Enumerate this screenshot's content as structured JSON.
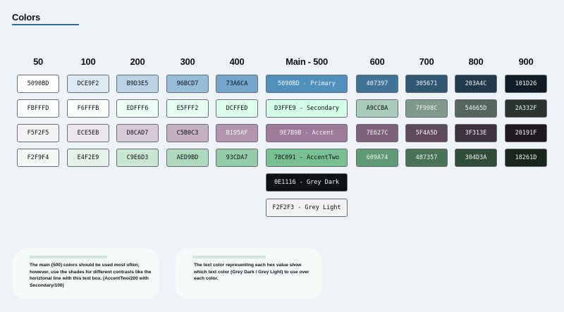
{
  "page": {
    "title": "Colors"
  },
  "headers": [
    "50",
    "100",
    "200",
    "300",
    "400",
    "Main - 500",
    "600",
    "700",
    "800",
    "900"
  ],
  "rows": [
    [
      {
        "label": "5090BD",
        "bg": "#FFFFFF",
        "fg": "#0E1116"
      },
      {
        "label": "DCE9F2",
        "bg": "#DCE9F2",
        "fg": "#0E1116"
      },
      {
        "label": "B9D3E5",
        "bg": "#B9D3E5",
        "fg": "#0E1116"
      },
      {
        "label": "96BCD7",
        "bg": "#96BCD7",
        "fg": "#0E1116"
      },
      {
        "label": "73A6CA",
        "bg": "#73A6CA",
        "fg": "#0E1116"
      },
      {
        "label": "5090BD - Primary",
        "bg": "#5090BD",
        "fg": "#F2F2F3"
      },
      {
        "label": "407397",
        "bg": "#407397",
        "fg": "#F2F2F3"
      },
      {
        "label": "305671",
        "bg": "#305671",
        "fg": "#F2F2F3"
      },
      {
        "label": "203A4C",
        "bg": "#203A4C",
        "fg": "#F2F2F3"
      },
      {
        "label": "101D26",
        "bg": "#101D26",
        "fg": "#F2F2F3"
      }
    ],
    [
      {
        "label": "FBFFFD",
        "bg": "#FBFFFD",
        "fg": "#0E1116"
      },
      {
        "label": "F6FFFB",
        "bg": "#F6FFFB",
        "fg": "#0E1116"
      },
      {
        "label": "EDFFF6",
        "bg": "#EDFFF6",
        "fg": "#0E1116"
      },
      {
        "label": "E5FFF2",
        "bg": "#E5FFF2",
        "fg": "#0E1116"
      },
      {
        "label": "DCFFED",
        "bg": "#DCFFED",
        "fg": "#0E1116"
      },
      {
        "label": "D3FFE9 - Secondary",
        "bg": "#D3FFE9",
        "fg": "#0E1116"
      },
      {
        "label": "A9CCBA",
        "bg": "#A9CCBA",
        "fg": "#0E1116"
      },
      {
        "label": "7F998C",
        "bg": "#7F998C",
        "fg": "#F2F2F3"
      },
      {
        "label": "54665D",
        "bg": "#54665D",
        "fg": "#F2F2F3"
      },
      {
        "label": "2A332F",
        "bg": "#2A332F",
        "fg": "#F2F2F3"
      }
    ],
    [
      {
        "label": "F5F2F5",
        "bg": "#F5F2F5",
        "fg": "#0E1116"
      },
      {
        "label": "ECE5EB",
        "bg": "#ECE5EB",
        "fg": "#0E1116"
      },
      {
        "label": "D8CAD7",
        "bg": "#D8CAD7",
        "fg": "#0E1116"
      },
      {
        "label": "C5B0C3",
        "bg": "#C5B0C3",
        "fg": "#0E1116"
      },
      {
        "label": "B195AF",
        "bg": "#B195AF",
        "fg": "#F2F2F3"
      },
      {
        "label": "9E7B9B - Accent",
        "bg": "#9E7B9B",
        "fg": "#F2F2F3"
      },
      {
        "label": "7E627C",
        "bg": "#7E627C",
        "fg": "#F2F2F3"
      },
      {
        "label": "5F4A5D",
        "bg": "#5F4A5D",
        "fg": "#F2F2F3"
      },
      {
        "label": "3F313E",
        "bg": "#3F313E",
        "fg": "#F2F2F3"
      },
      {
        "label": "20191F",
        "bg": "#20191F",
        "fg": "#F2F2F3"
      }
    ],
    [
      {
        "label": "F2F9F4",
        "bg": "#F2F9F4",
        "fg": "#0E1116"
      },
      {
        "label": "E4F2E9",
        "bg": "#E4F2E9",
        "fg": "#0E1116"
      },
      {
        "label": "C9E6D3",
        "bg": "#C9E6D3",
        "fg": "#0E1116"
      },
      {
        "label": "AED9BD",
        "bg": "#AED9BD",
        "fg": "#0E1116"
      },
      {
        "label": "93CDA7",
        "bg": "#93CDA7",
        "fg": "#0E1116"
      },
      {
        "label": "78C091 - AccentTwo",
        "bg": "#78C091",
        "fg": "#0E1116"
      },
      {
        "label": "609A74",
        "bg": "#609A74",
        "fg": "#F2F2F3"
      },
      {
        "label": "487357",
        "bg": "#487357",
        "fg": "#F2F2F3"
      },
      {
        "label": "304D3A",
        "bg": "#304D3A",
        "fg": "#F2F2F3"
      },
      {
        "label": "18261D",
        "bg": "#18261D",
        "fg": "#F2F2F3"
      }
    ]
  ],
  "extras": [
    {
      "label": "0E1116 - Grey Dark",
      "bg": "#0E1116",
      "fg": "#F2F2F3"
    },
    {
      "label": "F2F2F3 - Grey Light",
      "bg": "#F2F2F3",
      "fg": "#0E1116"
    }
  ],
  "notes": [
    "The main (500) colors should be used most often; however, use the shades for different contrasts like the horiztonal line with this text box. (AccentTwo/200 with Secondary/100)",
    "The text color representing each hex value show which text color (Grey Dark / Grey Light) to use over each color."
  ],
  "colors": {
    "title_underline": "#2f6a98",
    "note_bar": "#cfe8d9",
    "note_bg": "#f4fbf9",
    "page_bg": "#eef3f8"
  }
}
